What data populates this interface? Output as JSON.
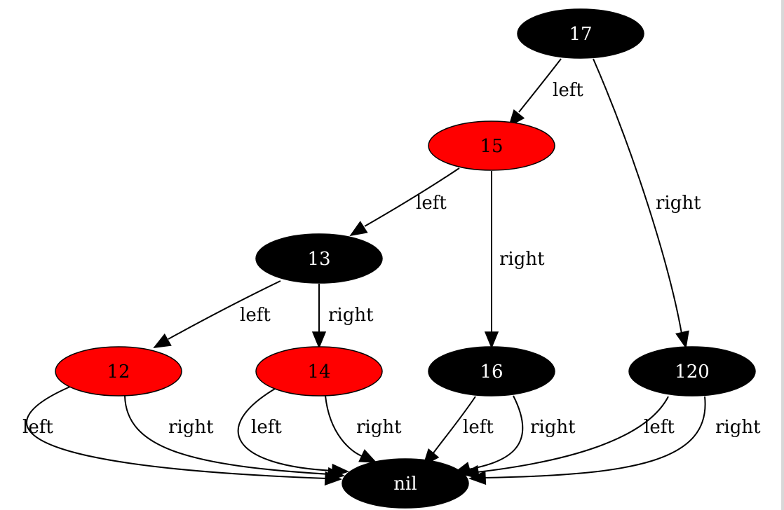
{
  "colors": {
    "black_node": "#000000",
    "red_node": "#ff0000",
    "black_text": "#ffffff",
    "red_text": "#000000"
  },
  "nodes": [
    {
      "id": "17",
      "label": "17",
      "color": "black"
    },
    {
      "id": "15",
      "label": "15",
      "color": "red"
    },
    {
      "id": "13",
      "label": "13",
      "color": "black"
    },
    {
      "id": "12",
      "label": "12",
      "color": "red"
    },
    {
      "id": "14",
      "label": "14",
      "color": "red"
    },
    {
      "id": "16",
      "label": "16",
      "color": "black"
    },
    {
      "id": "120",
      "label": "120",
      "color": "black"
    },
    {
      "id": "nil",
      "label": "nil",
      "color": "black"
    }
  ],
  "edges": [
    {
      "id": "e17_15",
      "from": "17",
      "to": "15",
      "label": "left"
    },
    {
      "id": "e17_120",
      "from": "17",
      "to": "120",
      "label": "right"
    },
    {
      "id": "e15_13",
      "from": "15",
      "to": "13",
      "label": "left"
    },
    {
      "id": "e15_16",
      "from": "15",
      "to": "16",
      "label": "right"
    },
    {
      "id": "e13_12",
      "from": "13",
      "to": "12",
      "label": "left"
    },
    {
      "id": "e13_14",
      "from": "13",
      "to": "14",
      "label": "right"
    },
    {
      "id": "e12_nilL",
      "from": "12",
      "to": "nil",
      "label": "left"
    },
    {
      "id": "e12_nilR",
      "from": "12",
      "to": "nil",
      "label": "right"
    },
    {
      "id": "e14_nilL",
      "from": "14",
      "to": "nil",
      "label": "left"
    },
    {
      "id": "e14_nilR",
      "from": "14",
      "to": "nil",
      "label": "right"
    },
    {
      "id": "e16_nilL",
      "from": "16",
      "to": "nil",
      "label": "left"
    },
    {
      "id": "e16_nilR",
      "from": "16",
      "to": "nil",
      "label": "right"
    },
    {
      "id": "e120_nilL",
      "from": "120",
      "to": "nil",
      "label": "left"
    },
    {
      "id": "e120_nilR",
      "from": "120",
      "to": "nil",
      "label": "right"
    }
  ]
}
